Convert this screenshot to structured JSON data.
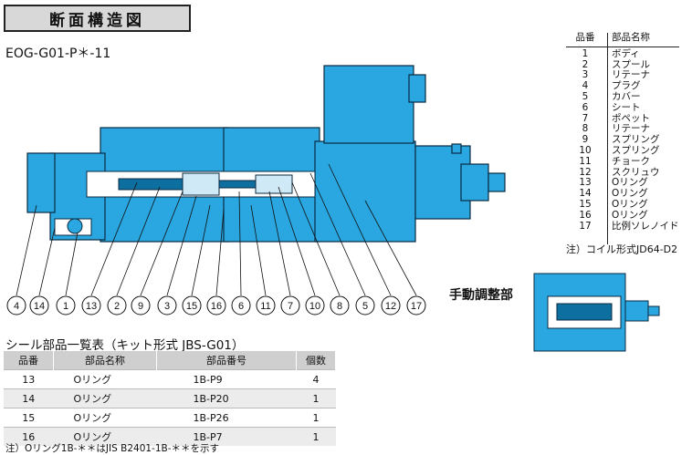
{
  "title": "断面構造図",
  "model": "EOG-G01-P＊-11",
  "parts_header": {
    "no": "品番",
    "name": "部品名称"
  },
  "parts": [
    {
      "no": "1",
      "name": "ボディ"
    },
    {
      "no": "2",
      "name": "スプール"
    },
    {
      "no": "3",
      "name": "リテーナ"
    },
    {
      "no": "4",
      "name": "プラグ"
    },
    {
      "no": "5",
      "name": "カバー"
    },
    {
      "no": "6",
      "name": "シート"
    },
    {
      "no": "7",
      "name": "ポペット"
    },
    {
      "no": "8",
      "name": "リテーナ"
    },
    {
      "no": "9",
      "name": "スプリング"
    },
    {
      "no": "10",
      "name": "スプリング"
    },
    {
      "no": "11",
      "name": "チョーク"
    },
    {
      "no": "12",
      "name": "スクリュウ"
    },
    {
      "no": "13",
      "name": "Oリング"
    },
    {
      "no": "14",
      "name": "Oリング"
    },
    {
      "no": "15",
      "name": "Oリング"
    },
    {
      "no": "16",
      "name": "Oリング"
    },
    {
      "no": "17",
      "name": "比例ソレノイド"
    }
  ],
  "coil_note": "注）コイル形式JD64-D2",
  "manual_label": "手動調整部",
  "callouts": [
    "4",
    "14",
    "1",
    "13",
    "2",
    "9",
    "3",
    "15",
    "16",
    "6",
    "11",
    "7",
    "10",
    "8",
    "5",
    "12",
    "17"
  ],
  "seal_title": "シール部品一覧表（キット形式 JBS-G01）",
  "seal_header": [
    "品番",
    "部品名称",
    "部品番号",
    "個数"
  ],
  "seal_rows": [
    [
      "13",
      "Oリング",
      "1B-P9",
      "4"
    ],
    [
      "14",
      "Oリング",
      "1B-P20",
      "1"
    ],
    [
      "15",
      "Oリング",
      "1B-P26",
      "1"
    ],
    [
      "16",
      "Oリング",
      "1B-P7",
      "1"
    ]
  ],
  "foot_note": "注）Oリング1B-＊＊はJIS B2401-1B-＊＊を示す",
  "colors": {
    "body": "#2aa7e0",
    "outline": "#0a2a40",
    "header_bg": "#cfcfcf",
    "row_alt": "#ececec"
  }
}
